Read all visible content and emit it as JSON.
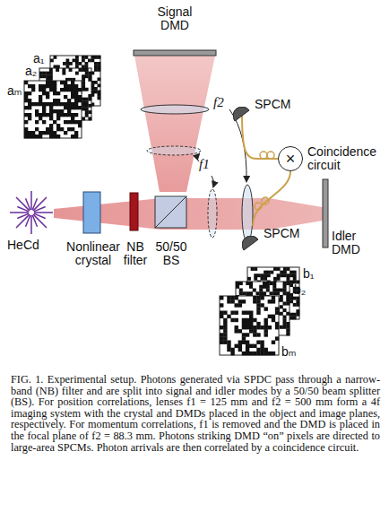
{
  "diagram": {
    "caption": "FIG. 1. Experimental setup. Photons generated via SPDC pass through a narrow-band (NB) filter and are split into signal and idler modes by a 50/50 beam splitter (BS). For position correlations, lenses f1 = 125 mm and f2 = 500 mm form a 4f imaging system with the crystal and DMDs placed in the object and image planes, respectively. For momentum correlations, f1 is removed and the DMD is placed in the focal plane of f2 = 88.3 mm. Photons striking DMD “on” pixels are directed to large-area SPCMs. Photon arrivals are then correlated by a coincidence circuit.",
    "nodes": [
      {
        "text": [
          "SPCM"
        ]
      },
      {
        "text": [
          "×",
          "Coincidence circuit"
        ]
      },
      {
        "text": [
          "SPCM"
        ]
      }
    ],
    "edges": [
      {
        "from": 0,
        "to": 1,
        "arrow": "none"
      },
      {
        "from": 2,
        "to": 1,
        "arrow": "none"
      }
    ],
    "labels": [
      "Signal DMD",
      "a₁",
      "a₂",
      "aₘ",
      "f2",
      "f1",
      "HeCd",
      "Nonlinear crystal",
      "NB filter",
      "50/50 BS",
      "Idler DMD",
      "b₁",
      "b₂",
      "bₘ"
    ]
  }
}
